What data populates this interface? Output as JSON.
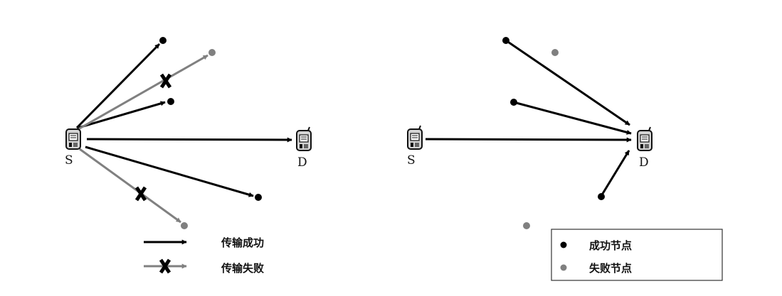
{
  "panels": {
    "left": {
      "source_label": "S",
      "dest_label": "D",
      "legend": {
        "success_label": "传输成功",
        "failure_label": "传输失败"
      }
    },
    "right": {
      "source_label": "S",
      "dest_label": "D",
      "legend": {
        "success_node_label": "成功节点",
        "failure_node_label": "失败节点"
      }
    }
  },
  "colors": {
    "success": "#000000",
    "failure": "#808080",
    "device_body": "#cfcfcf",
    "device_outline": "#111111"
  },
  "icons": {
    "device": "mobile-device-icon",
    "failure_mark": "x-mark-icon"
  }
}
